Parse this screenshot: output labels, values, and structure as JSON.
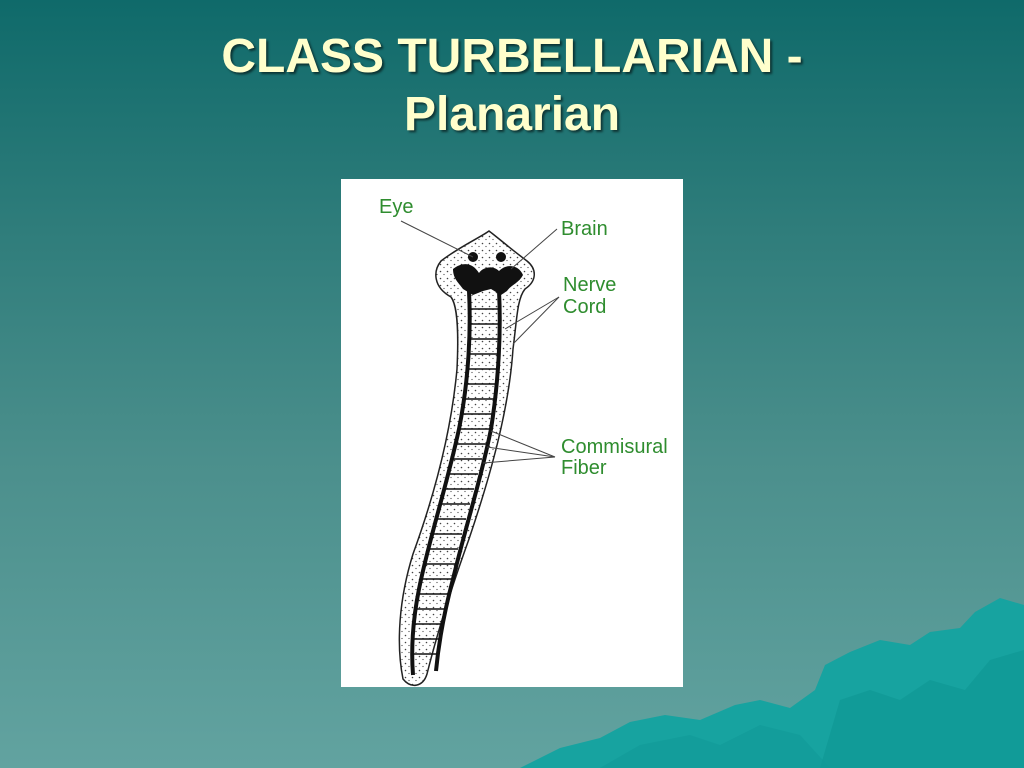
{
  "slide": {
    "title_line1": "CLASS TURBELLARIAN -",
    "title_line2": "Planarian"
  },
  "diagram": {
    "labels": {
      "eye": "Eye",
      "brain": "Brain",
      "nerve_cord_line1": "Nerve",
      "nerve_cord_line2": "Cord",
      "fiber_line1": "Commisural",
      "fiber_line2": "Fiber"
    }
  },
  "colors": {
    "background_top": "#0f6a6a",
    "background_bottom": "#62a3a0",
    "title_text": "#ffffcc",
    "label_text": "#2f8d2f",
    "mountain": "#17a3a0"
  }
}
